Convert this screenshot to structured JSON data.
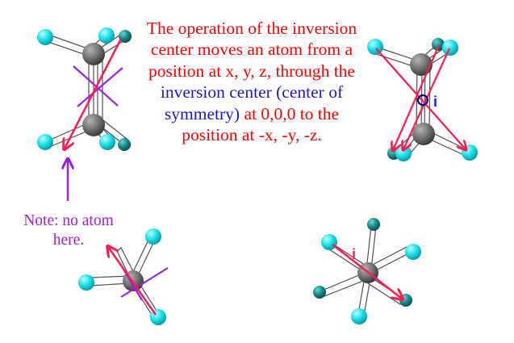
{
  "caption": {
    "part1": "The operation of the inversion center moves an atom from a position at x, y, z, through the",
    "part2": "inversion center (center of symmetry)",
    "part3": "at 0,0,0 to the position at -x, -y, -z."
  },
  "note": {
    "text": "Note:  no atom here."
  },
  "labels": {
    "inversion_symbol_top": "i",
    "inversion_symbol_bottom": "i"
  },
  "colors": {
    "caption_red": "#ff0000",
    "caption_blue": "#1a1ac8",
    "arrow": "#ff1a50",
    "mirror": "#9b20e0",
    "hydrogen": "#18e0e8",
    "hydrogen_dark": "#128080",
    "carbon": "#707070"
  }
}
